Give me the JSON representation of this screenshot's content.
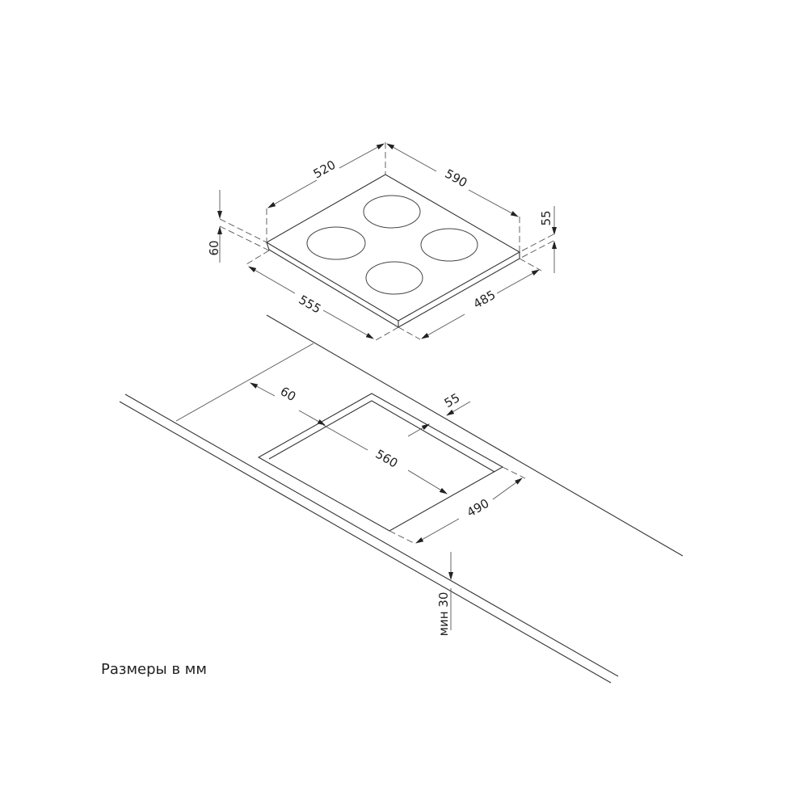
{
  "hob": {
    "depth_top": "520",
    "width_top": "590",
    "depth_bottom": "485",
    "width_bottom": "555",
    "height_left": "60",
    "height_right": "55"
  },
  "cutout": {
    "back_offset": "60",
    "length": "560",
    "side_offset": "55",
    "width": "490",
    "min_thickness": "мин 30"
  },
  "note": "Размеры в мм"
}
